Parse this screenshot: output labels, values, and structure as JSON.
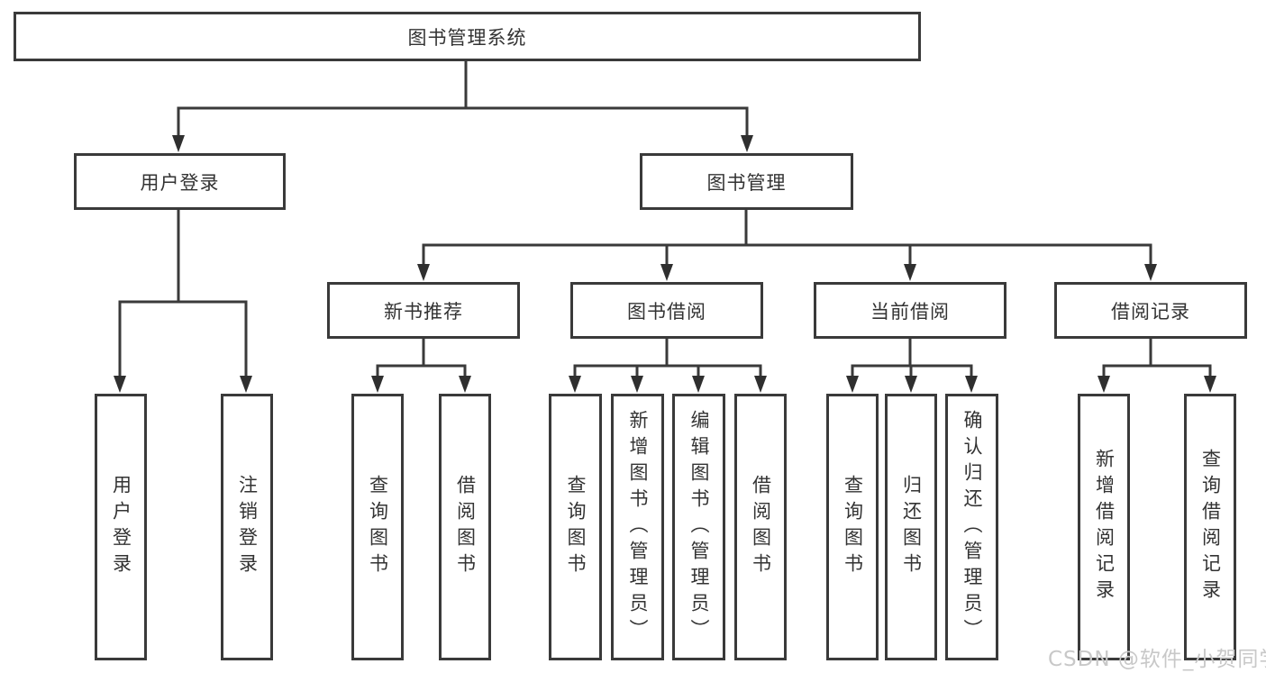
{
  "diagram": {
    "title": "图书管理系统",
    "level2": {
      "user_login": "用户登录",
      "book_management": "图书管理"
    },
    "level3": {
      "new_book_recommend": "新书推荐",
      "book_borrow": "图书借阅",
      "current_borrow": "当前借阅",
      "borrow_records": "借阅记录"
    },
    "leaves": {
      "user_login": [
        "用户登录",
        "注销登录"
      ],
      "new_book_recommend": [
        "查询图书",
        "借阅图书"
      ],
      "book_borrow": [
        "查询图书",
        "新增图书（管理员）",
        "编辑图书（管理员）",
        "借阅图书"
      ],
      "current_borrow": [
        "查询图书",
        "归还图书",
        "确认归还（管理员）"
      ],
      "borrow_records": [
        "新增借阅记录",
        "查询借阅记录"
      ]
    }
  },
  "watermark": {
    "text": "CSDN @软件_小贺同学"
  },
  "colors": {
    "line": "#3a3a3a",
    "arrowhead": "#2f2f2f",
    "text": "#333333",
    "background": "#ffffff",
    "watermark_text": "#c8c8c8"
  }
}
